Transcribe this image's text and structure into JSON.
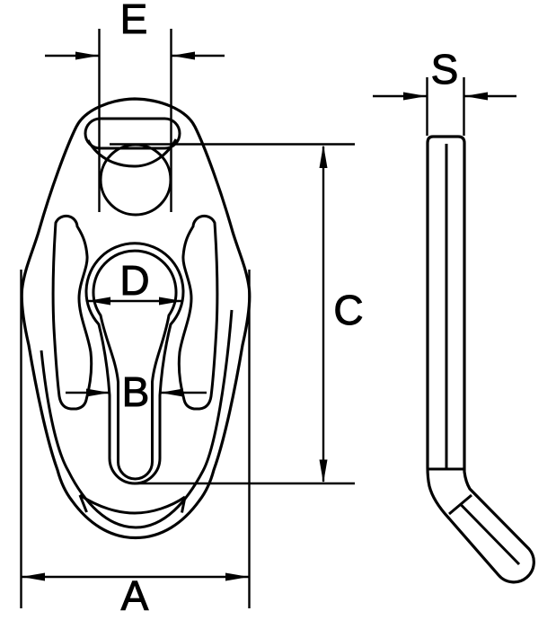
{
  "colors": {
    "line": "#000000",
    "background": "#ffffff"
  },
  "front_view": {
    "dimension_labels": {
      "top_hole_width": "E",
      "seat_diameter": "D",
      "slot_width": "B",
      "inner_height": "C",
      "overall_width": "A"
    }
  },
  "side_view": {
    "dimension_labels": {
      "thickness": "S"
    }
  }
}
